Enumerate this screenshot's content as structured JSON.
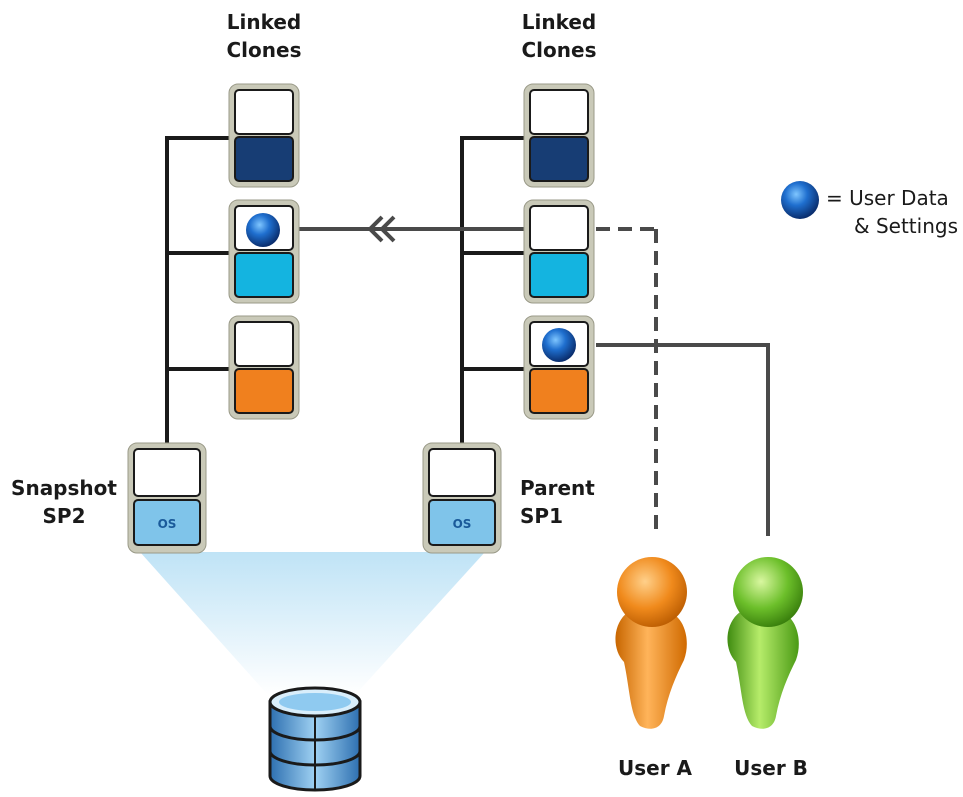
{
  "clone_groups": [
    {
      "title_line1": "Linked",
      "title_line2": "Clones"
    },
    {
      "title_line1": "Linked",
      "title_line2": "Clones"
    }
  ],
  "bases": [
    {
      "label_line1": "Snapshot",
      "label_line2": "SP2",
      "os_label": "OS"
    },
    {
      "label_line1": "Parent",
      "label_line2": "SP1",
      "os_label": "OS"
    }
  ],
  "users": [
    {
      "label": "User A",
      "color": "#f08a1c"
    },
    {
      "label": "User B",
      "color": "#6cbf2a"
    }
  ],
  "legend": {
    "line1": "= User Data",
    "line2": "& Settings",
    "icon": "user-data-sphere-icon"
  },
  "colors": {
    "dark_blue": "#173d74",
    "cyan": "#14b4e0",
    "orange": "#f0801e",
    "os_blue": "#7fc4ea",
    "frame": "#c9c9b8",
    "line": "#444444"
  }
}
